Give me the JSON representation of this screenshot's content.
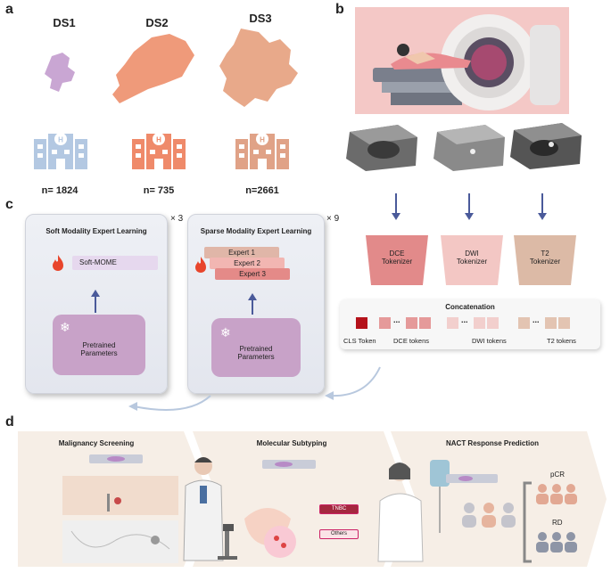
{
  "panels": {
    "a": "a",
    "b": "b",
    "c": "c",
    "d": "d"
  },
  "datasets": [
    {
      "name": "DS1",
      "n": "n= 1824",
      "map_color": "#c9a6d3",
      "icon_color": "#b3c8e2"
    },
    {
      "name": "DS2",
      "n": "n= 735",
      "map_color": "#ef9a7a",
      "icon_color": "#ef8a6a"
    },
    {
      "name": "DS3",
      "n": "n=2661",
      "map_color": "#e8a98a",
      "icon_color": "#e0a287"
    }
  ],
  "mri_views": [
    "DCE",
    "DWI",
    "T2"
  ],
  "tokenizers": [
    {
      "line1": "DCE",
      "line2": "Tokenizer",
      "color": "#e28a8a"
    },
    {
      "line1": "DWI",
      "line2": "Tokenizer",
      "color": "#f3c7c4"
    },
    {
      "line1": "T2",
      "line2": "Tokenizer",
      "color": "#dcbaa6"
    }
  ],
  "concat": {
    "title": "Concatenation",
    "labels": {
      "cls": "CLS Token",
      "dce": "DCE tokens",
      "dwi": "DWI tokens",
      "t2": "T2 tokens"
    },
    "dots": "..."
  },
  "soft": {
    "title": "Soft Modality Expert Learning",
    "times": "× 3",
    "module": "Soft-MOME",
    "pre1": "Pretrained",
    "pre2": "Parameters"
  },
  "sparse": {
    "title": "Sparse Modality Expert Learning",
    "times": "× 9",
    "experts": [
      "Expert 1",
      "Expert 2",
      "Expert 3"
    ],
    "pre1": "Pretrained",
    "pre2": "Parameters"
  },
  "tasks": {
    "screening": "Malignancy Screening",
    "subtyping": "Molecular Subtyping",
    "nact": "NACT Response Prediction",
    "tnbc": "TNBC",
    "others": "Others",
    "pcr": "pCR",
    "rd": "RD"
  },
  "colors": {
    "arrow": "#4a5a9a",
    "card_border": "#d0d3db",
    "chevron": "#f6eee6"
  }
}
